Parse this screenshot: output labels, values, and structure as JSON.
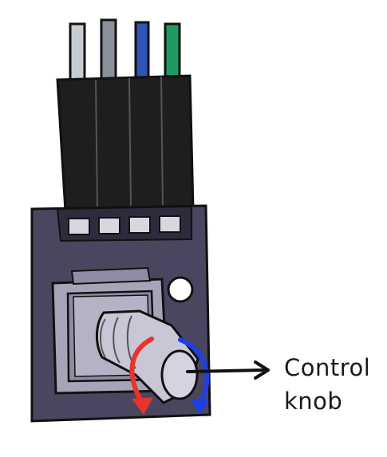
{
  "labels": {
    "callout_line1": "Control",
    "callout_line2": "knob"
  },
  "wires": [
    {
      "name": "wire-1",
      "color": "#c7cbd2"
    },
    {
      "name": "wire-2",
      "color": "#8a8f99"
    },
    {
      "name": "wire-3",
      "color": "#2d55b8"
    },
    {
      "name": "wire-4",
      "color": "#1f9a63"
    }
  ],
  "colors": {
    "connector": "#1e1e1e",
    "board": "#4a4660",
    "knob_base": "#a8a4b8",
    "knob_shaft": "#c9c6d6",
    "arrow_red": "#e8342c",
    "arrow_blue": "#1f3fe0",
    "outline": "#111111"
  }
}
